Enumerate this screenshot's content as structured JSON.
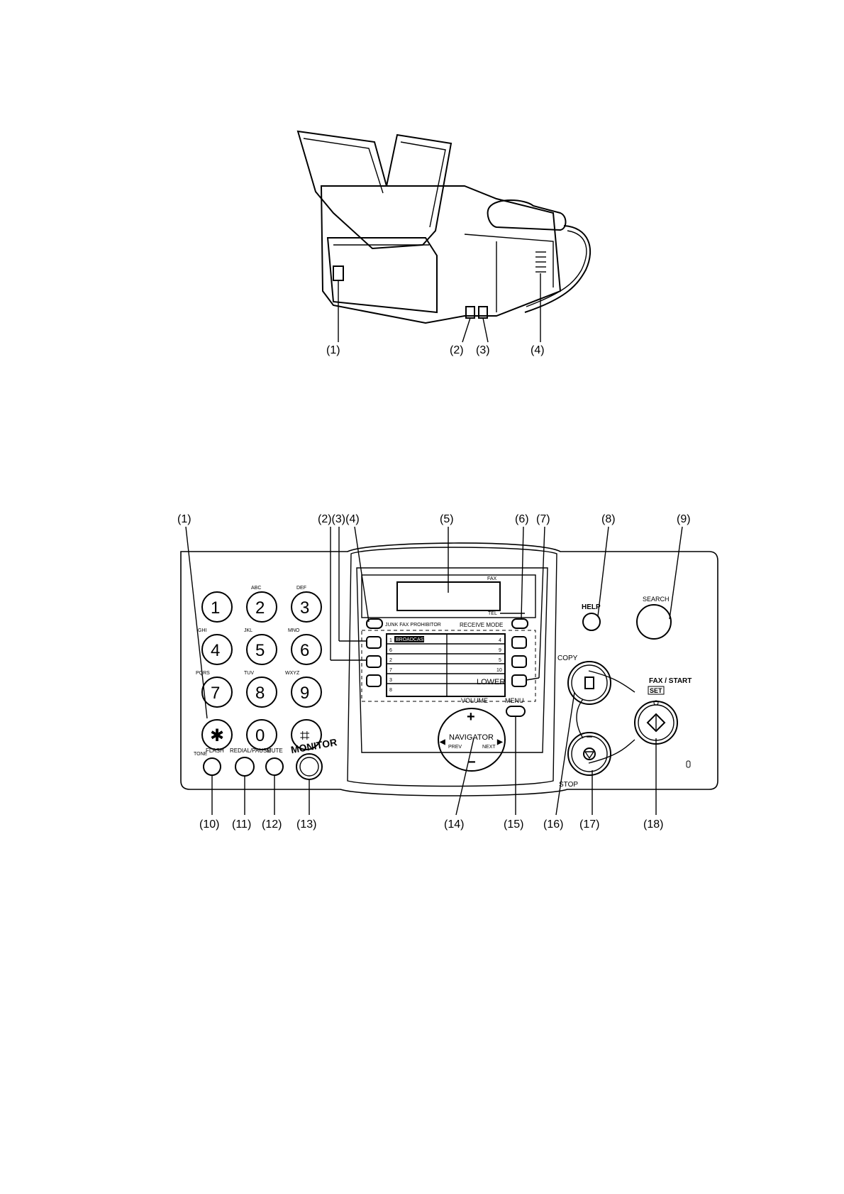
{
  "rear_view": {
    "callouts": [
      "(1)",
      "(2)",
      "(3)",
      "(4)"
    ]
  },
  "panel": {
    "callouts_top": [
      "(1)",
      "(2)(3)(4)",
      "(5)",
      "(6)",
      "(7)",
      "(8)",
      "(9)"
    ],
    "callouts_bottom": [
      "(10)",
      "(11)",
      "(12)",
      "(13)",
      "(14)",
      "(15)",
      "(16)",
      "(17)",
      "(18)"
    ],
    "keypad": [
      {
        "digit": "1",
        "letters": ""
      },
      {
        "digit": "2",
        "letters": "ABC"
      },
      {
        "digit": "3",
        "letters": "DEF"
      },
      {
        "digit": "4",
        "letters": "GHI"
      },
      {
        "digit": "5",
        "letters": "JKL"
      },
      {
        "digit": "6",
        "letters": "MNO"
      },
      {
        "digit": "7",
        "letters": "PQRS"
      },
      {
        "digit": "8",
        "letters": "TUV"
      },
      {
        "digit": "9",
        "letters": "WXYZ"
      },
      {
        "digit": "✱",
        "letters": "TONE"
      },
      {
        "digit": "0",
        "letters": ""
      },
      {
        "digit": "⌗",
        "letters": ""
      }
    ],
    "lower_buttons": [
      "FLASH",
      "REDIAL/PAUSE",
      "MUTE",
      "MONITOR"
    ],
    "display": {
      "fax": "FAX",
      "tel": "TEL"
    },
    "junk_fax": "JUNK FAX PROHIBITOR",
    "receive_mode": "RECEIVE MODE",
    "directory": {
      "broadcast": "BROADCAST",
      "rows": [
        {
          "left": "1",
          "right": "4"
        },
        {
          "left": "6",
          "right": "9"
        },
        {
          "left": "2",
          "right": "5"
        },
        {
          "left": "7",
          "right": "10"
        },
        {
          "left": "3",
          "right": ""
        },
        {
          "left": "8",
          "right": ""
        }
      ],
      "lower": "LOWER"
    },
    "volume": "VOLUME",
    "navigator": "NAVIGATOR",
    "prev": "PREV",
    "next": "NEXT",
    "menu": "MENU",
    "help": "HELP",
    "search": "SEARCH",
    "copy": "COPY",
    "fax_start": "FAX / START",
    "set": "SET",
    "stop": "STOP"
  }
}
